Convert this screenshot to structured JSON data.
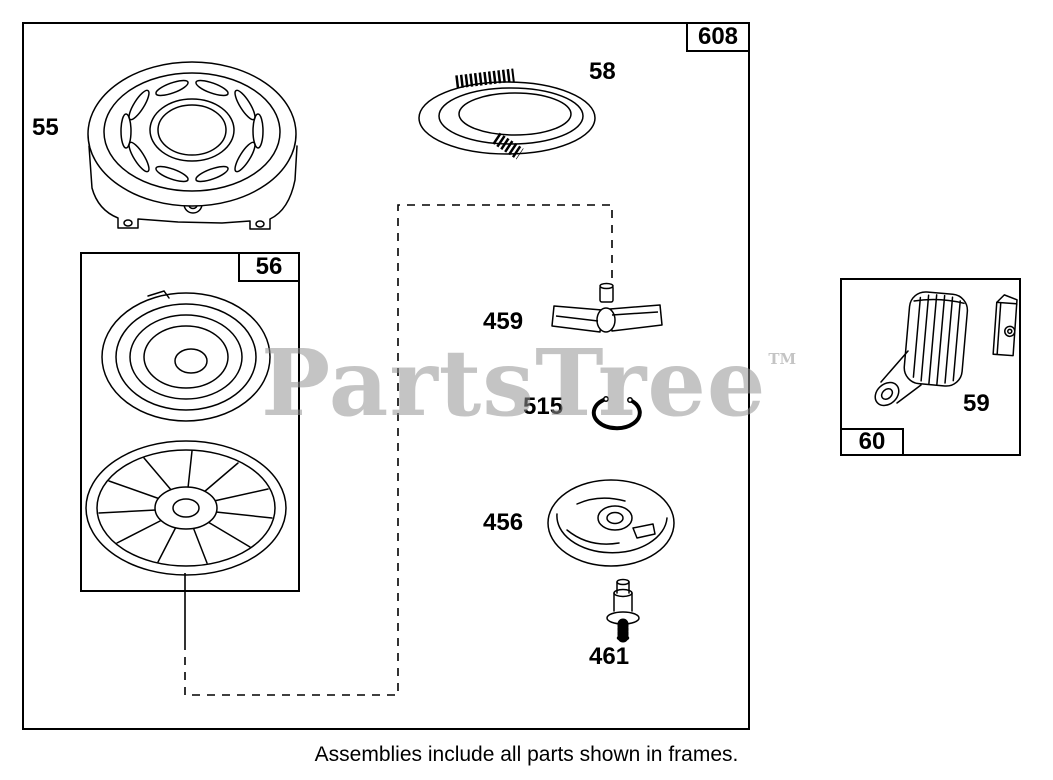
{
  "colors": {
    "line": "#000000",
    "watermark_gray": "#c8c8c8",
    "background": "#ffffff"
  },
  "watermark": {
    "text": "PartsTree",
    "tm": "TM"
  },
  "caption": "Assemblies include all parts shown in frames.",
  "frames": {
    "main_assembly": {
      "label": "608"
    },
    "recoil_subassembly": {
      "label": "56"
    },
    "grip_subassembly": {
      "label": "60"
    }
  },
  "callouts": {
    "blower_housing": "55",
    "starter_spring": "58",
    "starter_handle": "459",
    "retaining_ring": "515",
    "pulley_assembly": "456",
    "screw": "461",
    "starter_grip": "59"
  }
}
